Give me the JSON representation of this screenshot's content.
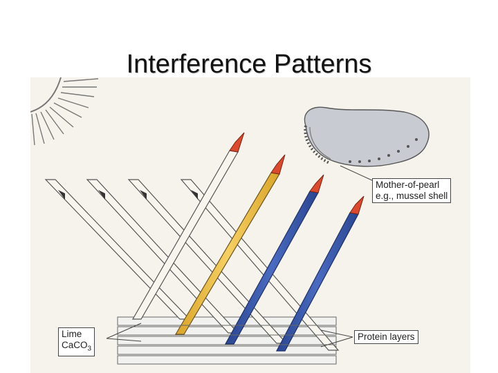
{
  "title": "Interference Patterns",
  "labels": {
    "mother_of_pearl_line1": "Mother-of-pearl",
    "mother_of_pearl_line2": "e.g., mussel shell",
    "lime_line1": "Lime",
    "lime_line2": "CaCO",
    "lime_subscript": "3",
    "protein_layers": "Protein layers"
  },
  "colors": {
    "background_panel": "#f6f3ec",
    "incident_light": "#f7f5ee",
    "reflected_yellow": "#f2c14e",
    "reflected_blue": "#3c5aa8",
    "arrow_red": "#d94a2e",
    "shell_gray": "#c9cbd2"
  },
  "icons": [
    "sun-icon",
    "mussel-shell-icon"
  ]
}
